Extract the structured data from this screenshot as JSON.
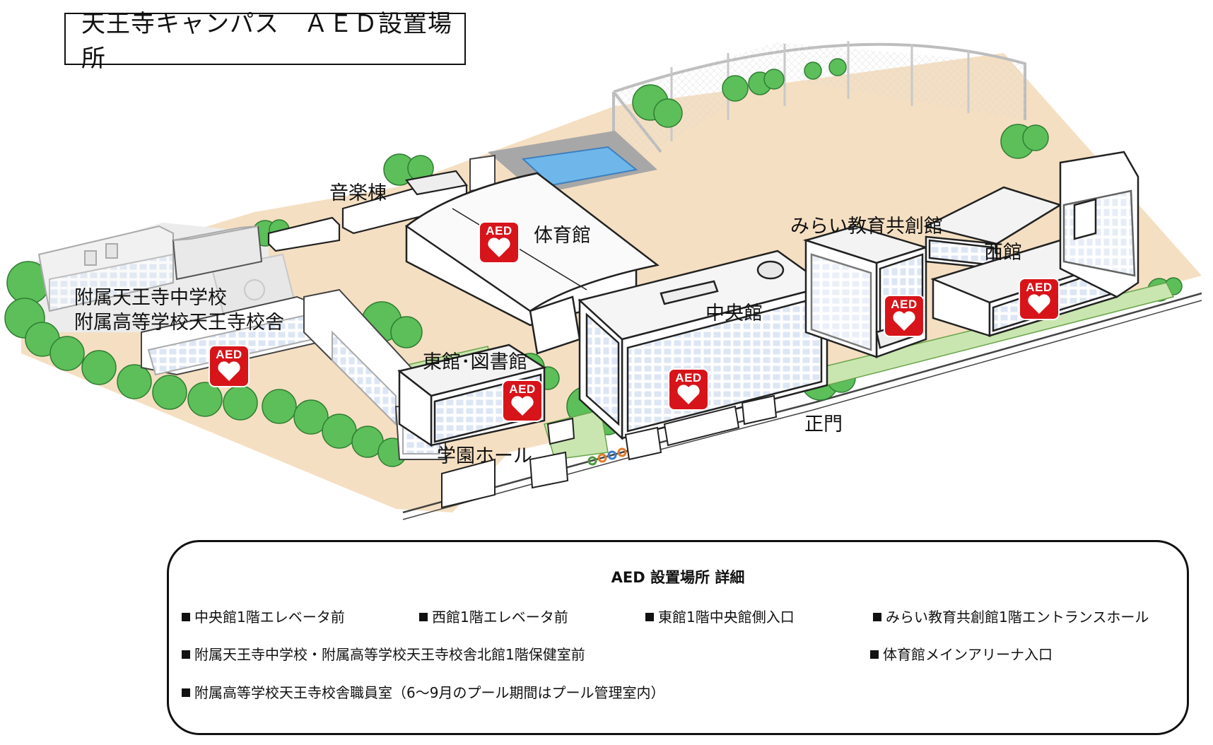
{
  "title": "天王寺キャンパス　ＡＥＤ設置場所",
  "aed_badge_text": "AED",
  "colors": {
    "aed_red": "#d7141a",
    "ground": "#f5dfc2",
    "building_wall": "#ffffff",
    "window": "#dde6f4",
    "tree": "#5cbf5a",
    "grass": "#c9e6b0",
    "pool": "#6fb7ea"
  },
  "buildings": {
    "ongakuto": "音楽棟",
    "taiikukan": "体育館",
    "fuzoku_line1": "附属天王寺中学校",
    "fuzoku_line2": "附属高等学校天王寺校舎",
    "higashikan": "東館･図書館",
    "chuokan": "中央館",
    "mirai": "みらい教育共創館",
    "nishikan": "西館",
    "gakuen_hall": "学園ホール",
    "seimon": "正門"
  },
  "details": {
    "heading": "AED 設置場所 詳細",
    "items": [
      "中央館1階エレベータ前",
      "西館1階エレベータ前",
      "東館1階中央館側入口",
      "みらい教育共創館1階エントランスホール",
      "附属天王寺中学校・附属高等学校天王寺校舎北館1階保健室前",
      "体育館メインアリーナ入口",
      "附属高等学校天王寺校舎職員室（6～9月のプール期間はプール管理室内）"
    ]
  }
}
